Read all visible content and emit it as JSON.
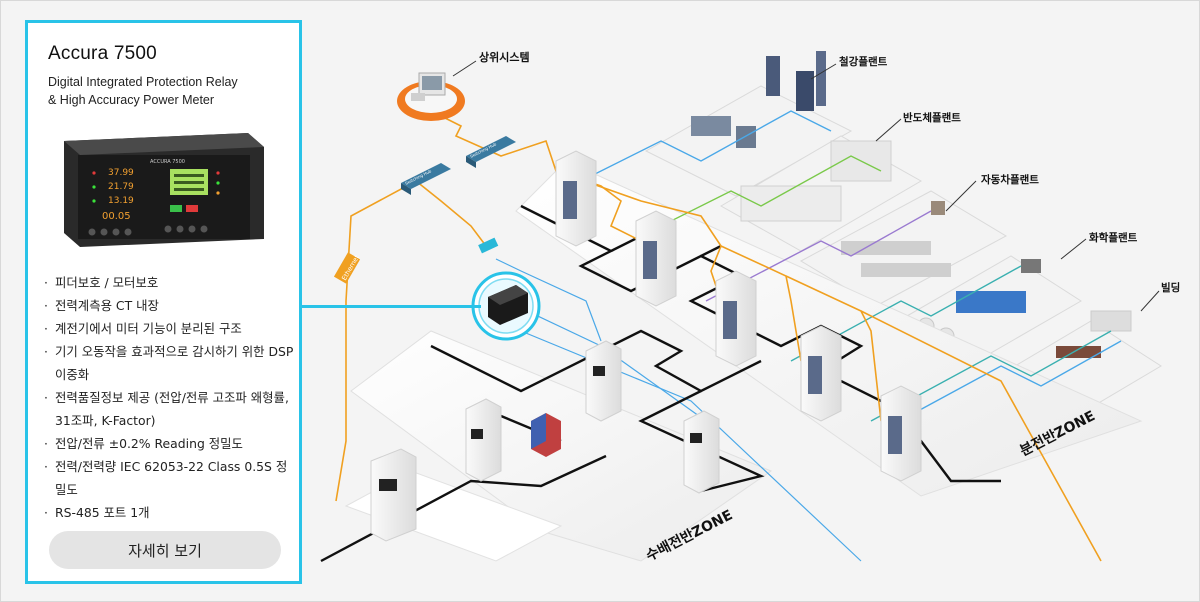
{
  "product": {
    "title": "Accura 7500",
    "subtitle_line1": "Digital Integrated Protection Relay",
    "subtitle_line2": "& High Accuracy Power Meter",
    "features": [
      "피더보호 / 모터보호",
      "전력계측용 CT 내장",
      "계전기에서 미터 기능이 분리된 구조",
      "기기 오동작을 효과적으로 감시하기 위한 DSP 이중화",
      "전력품질정보 제공 (전압/전류 고조파 왜형률, 31조파, K-Factor)",
      "전압/전류 ±0.2% Reading 정밀도",
      "전력/전력량 IEC 62053-22 Class 0.5S 정밀도",
      "RS-485 포트 1개"
    ],
    "detail_button": "자세히 보기",
    "display": {
      "brand": "ACCURA 7500",
      "reading1": "37.99",
      "reading2": "21.79",
      "reading3": "13.19",
      "reading4": "00.05"
    }
  },
  "diagram": {
    "upper_system": "상위시스템",
    "ethernet": "Ethernet",
    "switch1": "Switching Hub",
    "switch2": "Switching Hub",
    "plants": {
      "steel": "철강플랜트",
      "semiconductor": "반도체플랜트",
      "auto": "자동차플랜트",
      "chemical": "화학플랜트",
      "building": "빌딩"
    },
    "zone_receiving": "수배전반ZONE",
    "zone_distribution": "분전반ZONE"
  },
  "colors": {
    "accent": "#29c3e8",
    "ethernet_line": "#f0a020",
    "power_line": "#111111",
    "rs485_blue": "#4aa8e8",
    "green_line": "#7ac94a",
    "purple_line": "#9a7ad0",
    "teal_line": "#3ab0b0"
  }
}
